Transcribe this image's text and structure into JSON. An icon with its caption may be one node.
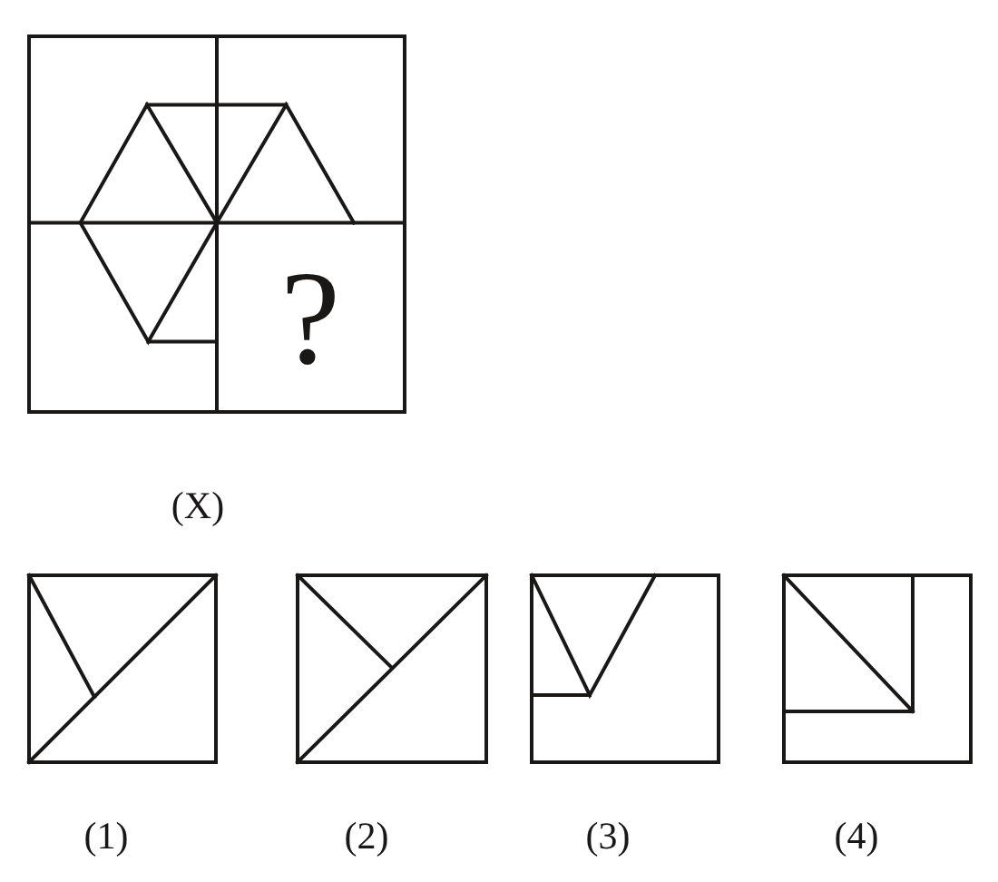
{
  "diagram": {
    "labels": [
      "?",
      "(X)",
      "(1)",
      "(2)",
      "(3)",
      "(4)"
    ]
  }
}
